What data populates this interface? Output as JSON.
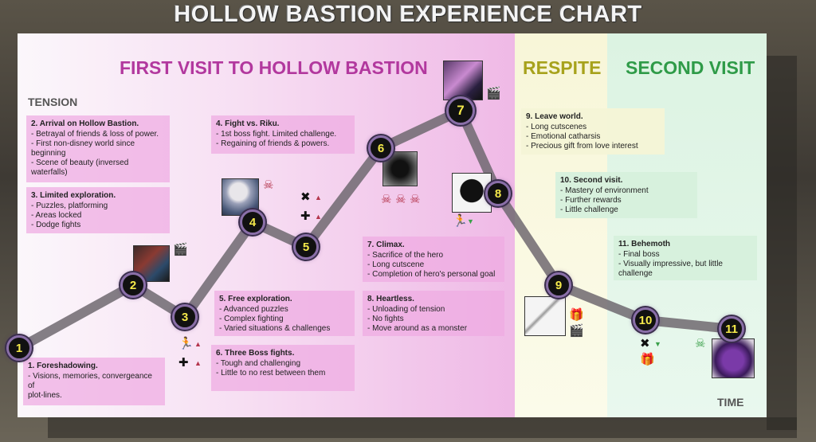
{
  "title": "HOLLOW BASTION EXPERIENCE CHART",
  "sections": {
    "first": "FIRST VISIT TO HOLLOW BASTION",
    "respite": "RESPITE",
    "second": "SECOND VISIT"
  },
  "axes": {
    "y": "TENSION",
    "x": "TIME"
  },
  "colors": {
    "curve": "#7a717c",
    "node_ring": "#8a6fa8",
    "node_number": "#f4e94a",
    "first_title": "#b2389e",
    "respite_title": "#a7a21c",
    "second_title": "#2f9b48"
  },
  "nodes": [
    "1",
    "2",
    "3",
    "4",
    "5",
    "6",
    "7",
    "8",
    "9",
    "10",
    "11"
  ],
  "boxes": {
    "b1": {
      "title": "1. Foreshadowing.",
      "lines": [
        "- Visions, memories, convergeance of",
        "plot-lines."
      ]
    },
    "b2": {
      "title": "2. Arrival on Hollow Bastion.",
      "lines": [
        "- Betrayal of friends & loss of power.",
        "- First non-disney world since",
        "beginning",
        "- Scene of beauty (inversed waterfalls)"
      ]
    },
    "b3": {
      "title": "3. Limited exploration.",
      "lines": [
        "- Puzzles, platforming",
        "- Areas locked",
        "- Dodge fights"
      ]
    },
    "b4": {
      "title": "4. Fight vs. Riku.",
      "lines": [
        "- 1st boss fight. Limited challenge.",
        "- Regaining of friends & powers."
      ]
    },
    "b5": {
      "title": "5. Free exploration.",
      "lines": [
        "- Advanced puzzles",
        "- Complex fighting",
        "- Varied situations & challenges"
      ]
    },
    "b6": {
      "title": "6. Three Boss fights.",
      "lines": [
        "- Tough and challenging",
        "- Little to no rest between them"
      ]
    },
    "b7": {
      "title": "7. Climax.",
      "lines": [
        "- Sacrifice of the hero",
        "- Long cutscene",
        "- Completion of hero's personal goal"
      ]
    },
    "b8": {
      "title": "8. Heartless.",
      "lines": [
        "- Unloading of tension",
        "- No fights",
        "- Move around as a monster"
      ]
    },
    "b9": {
      "title": "9. Leave world.",
      "lines": [
        "- Long cutscenes",
        "- Emotional catharsis",
        "- Precious gift from love interest"
      ]
    },
    "b10": {
      "title": "10. Second visit.",
      "lines": [
        "- Mastery of environment",
        "- Further rewards",
        "- Little challenge"
      ]
    },
    "b11": {
      "title": "11. Behemoth",
      "lines": [
        "- Final boss",
        "- Visually impressive, but little",
        "challenge"
      ]
    }
  },
  "icons": {
    "cutscene": "clapperboard-icon",
    "skull": "skull-icon",
    "combat": "crossed-swords-icon",
    "puzzle": "puzzle-icon",
    "running": "running-icon",
    "gift": "gift-icon",
    "up": "arrow-up-icon",
    "down": "arrow-down-icon"
  }
}
